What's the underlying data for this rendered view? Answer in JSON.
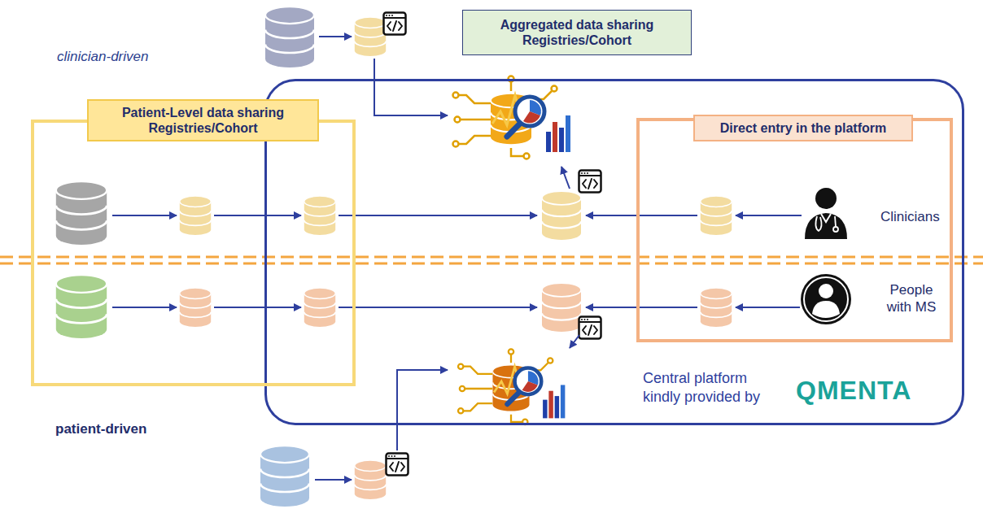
{
  "diagram": {
    "nodes": [
      {
        "text": [
          "Aggregated data sharing Registries/Cohort"
        ]
      },
      {
        "text": [
          "Patient-Level data sharing Registries/Cohort"
        ]
      },
      {
        "text": [
          "Central platform kindly provided by",
          "QMENTA"
        ]
      },
      {
        "text": [
          "Direct entry in the platform"
        ],
        "in": 2
      }
    ],
    "labels": [
      "clinician-driven",
      "Clinicians",
      "People with MS",
      "patient-driven"
    ]
  }
}
